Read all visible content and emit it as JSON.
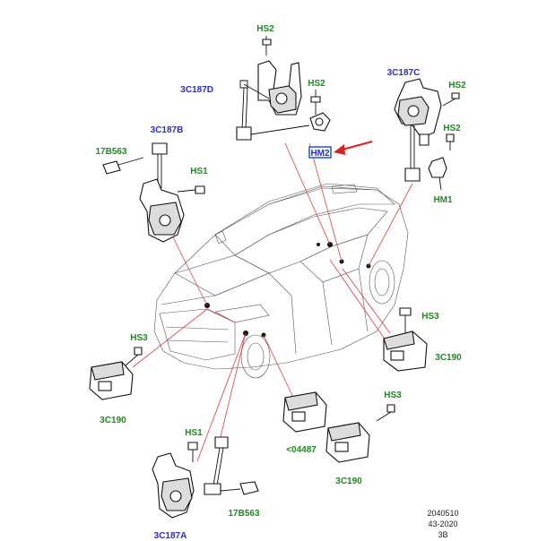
{
  "labels": {
    "hs2_top": "HS2",
    "c187d": "3C187D",
    "hs2_mid": "HS2",
    "hm2": "HM2",
    "c187c": "3C187C",
    "hs2_right_top": "HS2",
    "hs2_right_mid": "HS2",
    "hm1": "HM1",
    "c187b": "3C187B",
    "b563_left": "17B563",
    "hs1_left": "HS1",
    "hs3_right": "HS3",
    "c190_right": "3C190",
    "hs3_left": "HS3",
    "c190_left": "3C190",
    "hs3_bottom_right": "HS3",
    "c04487": "<04487",
    "c190_bottom": "3C190",
    "hs1_bottom": "HS1",
    "b563_bottom": "17B563",
    "c187a": "3C187A"
  },
  "reference": {
    "line1": "2040510",
    "line2": "43-2020",
    "line3": "3B"
  },
  "colors": {
    "blue_label": "#2b2bd6",
    "green_label": "#1f8a1f",
    "leader_red": "#e63b3b",
    "highlight_box": "#2b5fd6"
  }
}
